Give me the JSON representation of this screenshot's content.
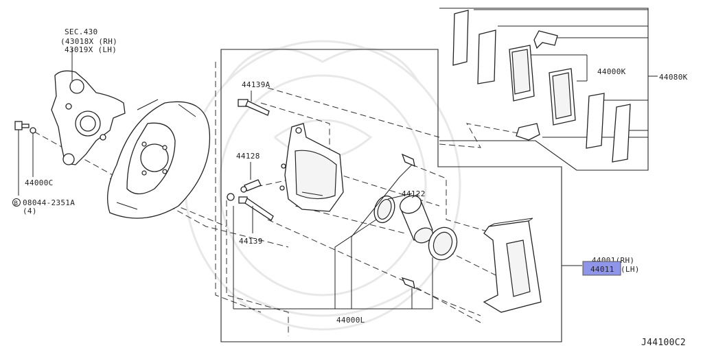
{
  "diagram_code": "J44100C2",
  "labels": {
    "sec_ref": "SEC.430",
    "knuckle_rh": "(43018X (RH)",
    "knuckle_lh": "43019X (LH)",
    "bolt_code": "08044-2351A",
    "bolt_qty": "(4)",
    "bolt_circle": "B",
    "washer": "44000C",
    "pin_a": "44139A",
    "bleeder": "44128",
    "pin": "44139",
    "seal_kit": "44000L",
    "piston": "44122",
    "pad_kit": "44000K",
    "pad_set": "44080K",
    "caliper_rh": "44001(RH)",
    "caliper_lh_hl": "44011",
    "caliper_lh_suffix": "(LH)"
  }
}
